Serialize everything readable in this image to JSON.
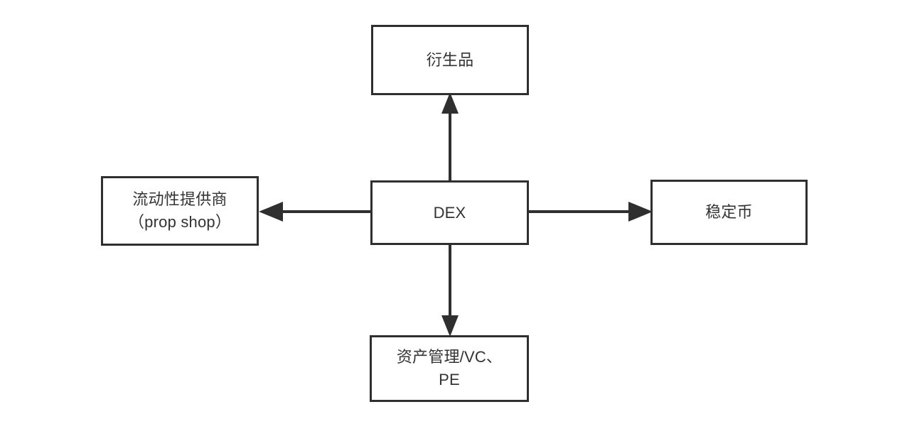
{
  "diagram": {
    "title": "DEX ecosystem diagram",
    "background_color": "#ffffff",
    "stroke_color": "#2f2f2f",
    "text_color": "#333333",
    "nodes": {
      "center": {
        "id": "dex",
        "label": "DEX"
      },
      "top": {
        "id": "derivatives",
        "label": "衍生品"
      },
      "left": {
        "id": "liquidity-provider",
        "label": "流动性提供商\n（prop shop）"
      },
      "right": {
        "id": "stablecoin",
        "label": "稳定币"
      },
      "bottom": {
        "id": "asset-management",
        "label": "资产管理/VC、\nPE"
      }
    },
    "edges": [
      {
        "from": "dex",
        "to": "derivatives",
        "direction": "up",
        "arrowhead": "filled-triangle"
      },
      {
        "from": "dex",
        "to": "liquidity-provider",
        "direction": "left",
        "arrowhead": "filled-triangle"
      },
      {
        "from": "dex",
        "to": "stablecoin",
        "direction": "right",
        "arrowhead": "filled-triangle"
      },
      {
        "from": "dex",
        "to": "asset-management",
        "direction": "down",
        "arrowhead": "filled-triangle"
      }
    ]
  }
}
